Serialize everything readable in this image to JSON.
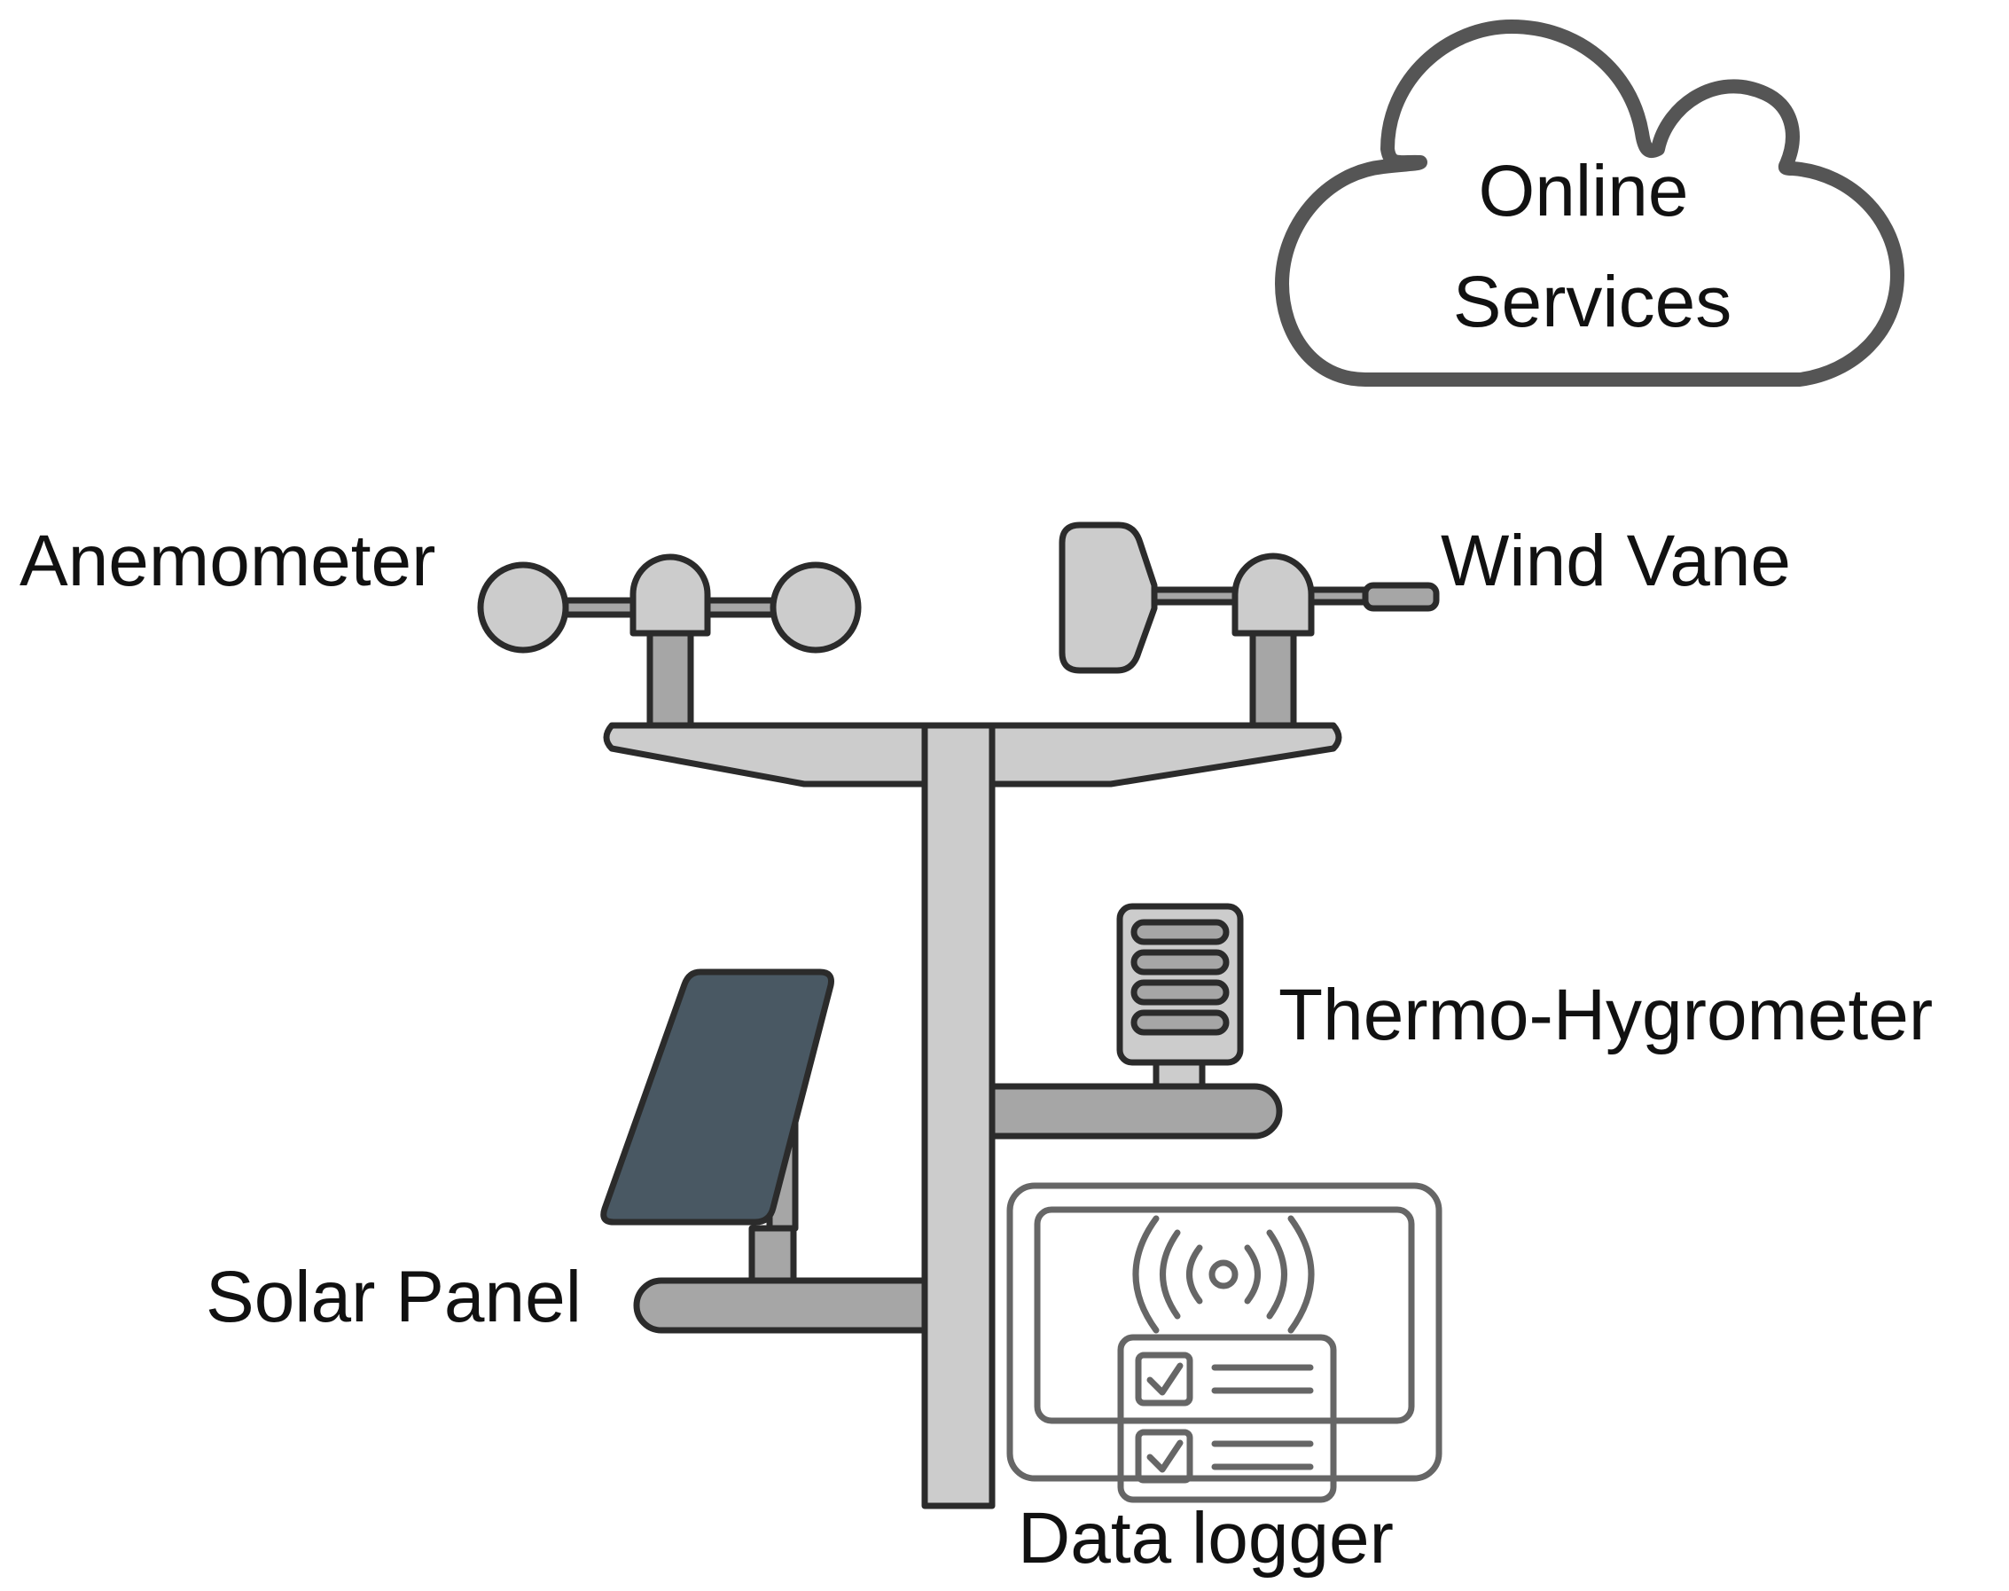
{
  "cloud": {
    "line1": "Online",
    "line2": "Services"
  },
  "labels": {
    "anemometer": "Anemometer",
    "wind_vane": "Wind Vane",
    "thermo_hygrometer": "Thermo-Hygrometer",
    "solar_panel": "Solar Panel",
    "data_logger": "Data logger"
  },
  "icons": {
    "cloud": "cloud-icon",
    "anemometer": "anemometer-icon",
    "wind_vane": "wind-vane-icon",
    "thermo_hygrometer": "thermo-hygrometer-icon",
    "solar_panel": "solar-panel-icon",
    "data_logger": "data-logger-icon",
    "wireless_signal": "wireless-signal-icon",
    "checkbox": "checkbox-icon"
  },
  "colors": {
    "light_gray": "#cccccc",
    "mid_gray": "#a6a6a6",
    "panel": "#495863",
    "outline": "#2b2b2b",
    "logger_outline": "#666666"
  }
}
